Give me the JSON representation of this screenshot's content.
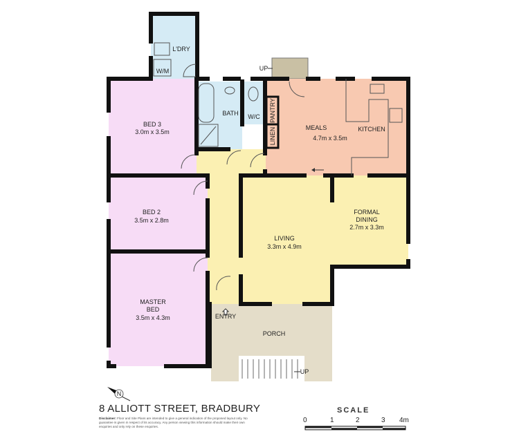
{
  "plan": {
    "rooms": {
      "laundry": {
        "name": "L'DRY"
      },
      "wm": {
        "name": "W/M"
      },
      "bath": {
        "name": "BATH"
      },
      "wc": {
        "name": "W/C"
      },
      "pantry": {
        "name": "PANTRY"
      },
      "linen": {
        "name": "LINEN"
      },
      "meals": {
        "name": "MEALS",
        "size": "4.7m x 3.5m"
      },
      "kitchen": {
        "name": "KITCHEN"
      },
      "bed3": {
        "name": "BED 3",
        "size": "3.0m x 3.5m"
      },
      "bed2": {
        "name": "BED 2",
        "size": "3.5m x 2.8m"
      },
      "master": {
        "name": "MASTER",
        "name2": "BED",
        "size": "3.5m x 4.3m"
      },
      "living": {
        "name": "LIVING",
        "size": "3.3m x 4.9m"
      },
      "dining": {
        "name": "FORMAL",
        "name2": "DINING",
        "size": "2.7m x 3.3m"
      },
      "entry": {
        "name": "ENTRY"
      },
      "porch": {
        "name": "PORCH"
      }
    },
    "up_back": "UP",
    "up_porch": "UP",
    "colors": {
      "bedroom": "#f7dcf6",
      "wet": "#d5ebf5",
      "kitchen": "#f8c9b1",
      "living": "#fbf0b2",
      "porch": "#e4ddc9"
    }
  },
  "footer": {
    "address": "8 ALLIOTT STREET, BRADBURY",
    "disclaimer_label": "Disclaimer:",
    "disclaimer": "Floor and Site Plans are intended to give a general indication of the proposed layout only. No guarantee is given in respect of its accuracy. Any person viewing this information should make their own enquiries and only rely on these enquiries.",
    "compass": "N"
  },
  "scale": {
    "title": "SCALE",
    "ticks": [
      "0",
      "1",
      "2",
      "3",
      "4m"
    ]
  }
}
